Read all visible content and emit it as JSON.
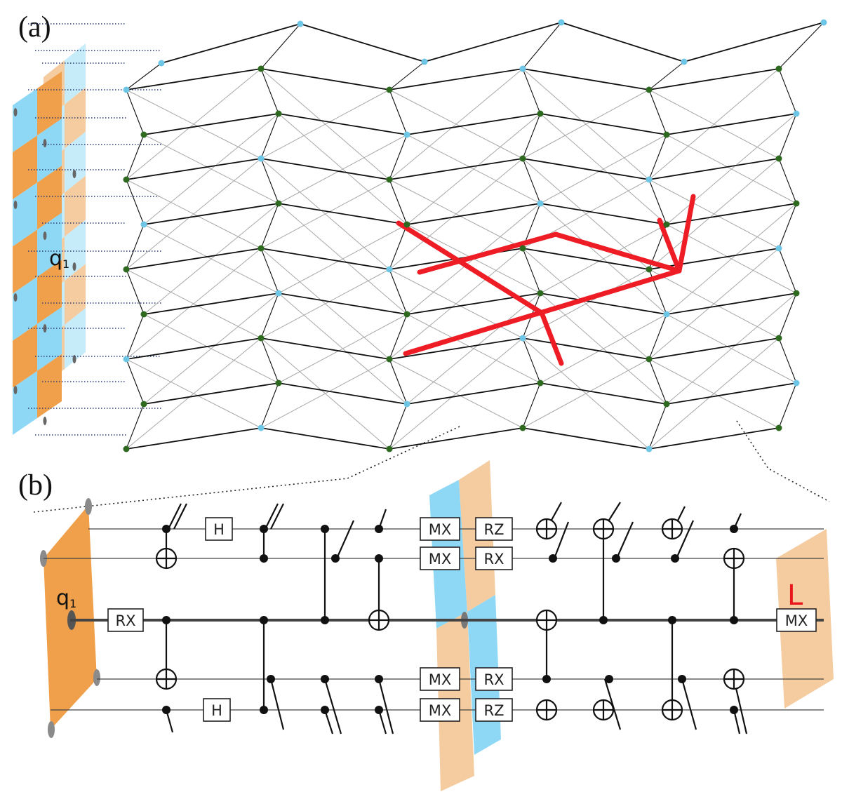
{
  "panels": {
    "a": {
      "label": "(a)",
      "qubit_label": "q",
      "qubit_subscript": "1"
    },
    "b": {
      "label": "(b)",
      "qubit_label": "q",
      "qubit_subscript": "1",
      "logical_label": "L"
    }
  },
  "colors": {
    "orange": "#f0a04b",
    "light_orange": "#f5cba0",
    "cyan": "#8fd8f5",
    "light_cyan": "#c6ecfa",
    "green_node": "#2d6a1f",
    "blue_node": "#6ec6e6",
    "red_path": "#ee1c24",
    "edge_dark": "#111111",
    "edge_grey": "#a8a8a8"
  },
  "circuit": {
    "gates": [
      {
        "label": "RX"
      },
      {
        "label": "H"
      },
      {
        "label": "H"
      },
      {
        "label": "MX"
      },
      {
        "label": "MX"
      },
      {
        "label": "MX"
      },
      {
        "label": "MX"
      },
      {
        "label": "RZ"
      },
      {
        "label": "RX"
      },
      {
        "label": "RX"
      },
      {
        "label": "RZ"
      },
      {
        "label": "MX"
      }
    ]
  }
}
